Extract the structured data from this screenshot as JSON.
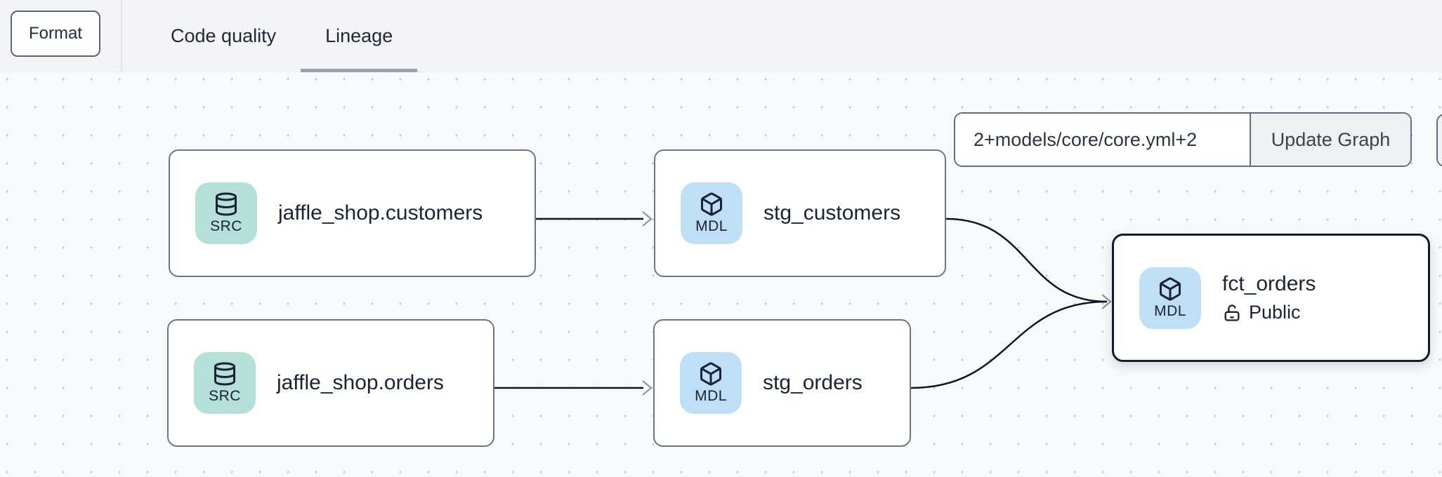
{
  "toolbar": {
    "format_label": "Format"
  },
  "tabs": [
    {
      "label": "Code quality",
      "active": false
    },
    {
      "label": "Lineage",
      "active": true
    }
  ],
  "graph_controls": {
    "selector_value": "2+models/core/core.yml+2",
    "update_button_label": "Update Graph"
  },
  "nodes": [
    {
      "id": "source-jaffle-shop-customers",
      "type": "SRC",
      "label": "jaffle_shop.customers"
    },
    {
      "id": "model-stg-customers",
      "type": "MDL",
      "label": "stg_customers"
    },
    {
      "id": "source-jaffle-shop-orders",
      "type": "SRC",
      "label": "jaffle_shop.orders"
    },
    {
      "id": "model-stg-orders",
      "type": "MDL",
      "label": "stg_orders"
    },
    {
      "id": "model-fct-orders",
      "type": "MDL",
      "label": "fct_orders",
      "access": "Public",
      "selected": true
    }
  ],
  "edges": [
    {
      "from": "source-jaffle-shop-customers",
      "to": "model-stg-customers"
    },
    {
      "from": "source-jaffle-shop-orders",
      "to": "model-stg-orders"
    },
    {
      "from": "model-stg-customers",
      "to": "model-fct-orders"
    },
    {
      "from": "model-stg-orders",
      "to": "model-fct-orders"
    }
  ],
  "colors": {
    "source_badge": "#b5e0da",
    "model_badge": "#bfdff7",
    "selected_border": "#141b2c",
    "node_border": "#6d7586",
    "edge_stroke": "#11151f",
    "arrowhead": "#8f96a1",
    "tab_underline": "#9aa1ad",
    "topbar_bg": "#f4f4f6",
    "canvas_bg": "#f8f9fa"
  }
}
